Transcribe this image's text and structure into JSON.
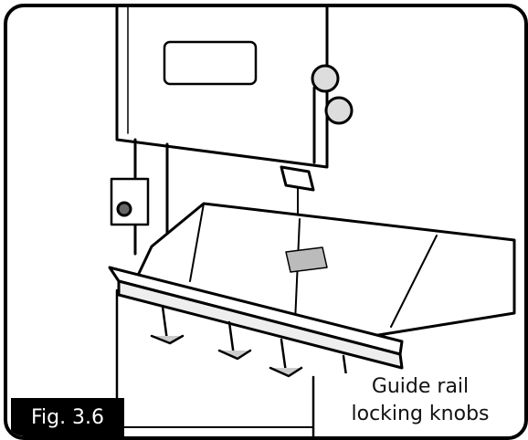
{
  "figure": {
    "label": "Fig. 3.6",
    "callout_line1": "Guide rail",
    "callout_line2": "locking knobs"
  }
}
